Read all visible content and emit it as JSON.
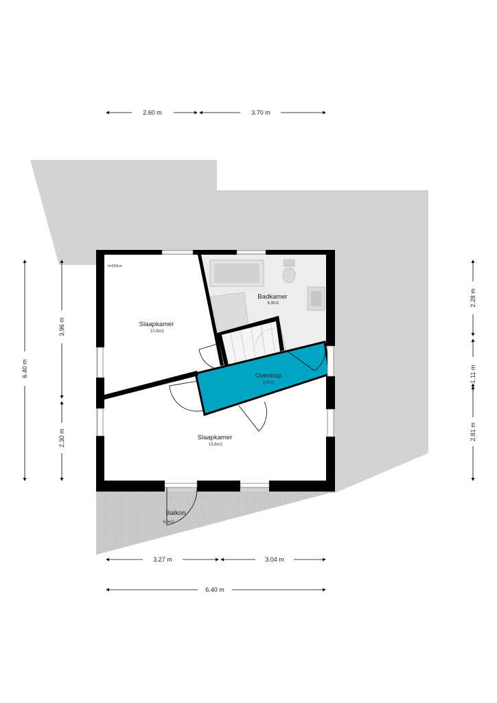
{
  "colors": {
    "terrain": "#d3d3d3",
    "wall": "#000000",
    "landing_highlight": "#00a5c4",
    "bathroom_floor": "#ededed",
    "balcony": "#c8c8c8"
  },
  "dimensions": {
    "top": [
      "2.60 m",
      "3.70 m"
    ],
    "bottom": [
      "3.27 m",
      "3.04 m"
    ],
    "bottom_total": "6.40 m",
    "left_total": "6.40 m",
    "left": [
      "3.96 m",
      "2.30 m"
    ],
    "right": [
      "2.28 m",
      "1.11 m",
      "2.81 m"
    ]
  },
  "ceiling_height": "h=243cm",
  "rooms": {
    "slaapkamer_top": {
      "name": "Slaapkamer",
      "area": "10,8m2"
    },
    "badkamer": {
      "name": "Badkamer",
      "area": "6,9m2"
    },
    "overloop": {
      "name": "Overloop",
      "area": "3,9m2"
    },
    "slaapkamer_bottom": {
      "name": "Slaapkamer",
      "area": "15,6m2"
    },
    "balkon": {
      "name": "Balkon",
      "area": "6,6m2"
    }
  }
}
